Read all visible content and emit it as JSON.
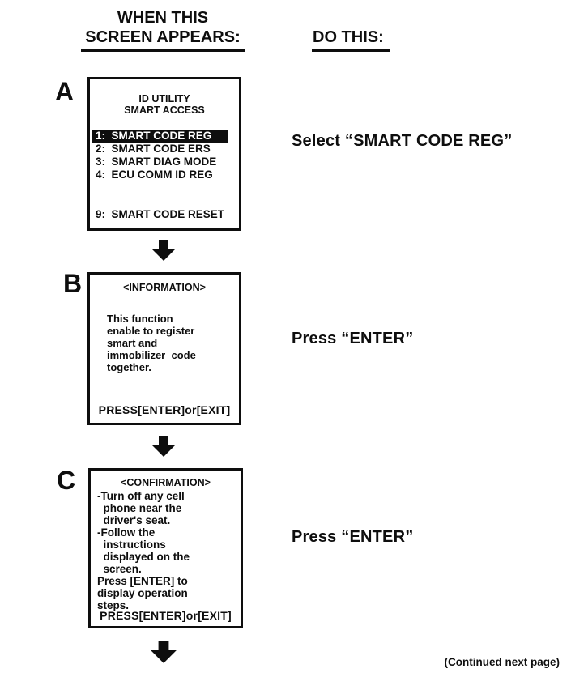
{
  "header": {
    "when_lines": "WHEN THIS\nSCREEN APPEARS:",
    "do_this": "DO THIS:"
  },
  "colors": {
    "ink": "#0e0e0e",
    "paper": "#ffffff",
    "highlight_bg": "#0e0e0e",
    "highlight_fg": "#ffffff"
  },
  "steps": [
    {
      "label": "A",
      "screen": {
        "title_lines": "ID UTILITY\nSMART ACCESS",
        "menu_items": [
          {
            "text": "1:  SMART CODE REG",
            "highlighted": true
          },
          {
            "text": "2:  SMART CODE ERS",
            "highlighted": false
          },
          {
            "text": "3:  SMART DIAG MODE",
            "highlighted": false
          },
          {
            "text": "4:  ECU COMM ID REG",
            "highlighted": false
          }
        ],
        "bottom_item": "9:  SMART CODE RESET"
      },
      "instruction": "Select “SMART CODE REG”",
      "arrow_icon": "down-arrow"
    },
    {
      "label": "B",
      "screen": {
        "title": "<INFORMATION>",
        "body_lines": [
          "This function",
          "enable to register",
          "smart and",
          "immobilizer  code",
          "together."
        ],
        "footer": "PRESS[ENTER]or[EXIT]"
      },
      "instruction": "Press “ENTER”",
      "arrow_icon": "down-arrow"
    },
    {
      "label": "C",
      "screen": {
        "title": "<CONFIRMATION>",
        "body_lines": [
          "-Turn off any cell",
          "  phone near the",
          "  driver's seat.",
          "-Follow the",
          "  instructions",
          "  displayed on the",
          "  screen.",
          "Press [ENTER] to",
          "display operation",
          "steps."
        ],
        "footer": "PRESS[ENTER]or[EXIT]"
      },
      "instruction": "Press “ENTER”",
      "arrow_icon": "down-arrow"
    }
  ],
  "footer_note": "(Continued next page)"
}
